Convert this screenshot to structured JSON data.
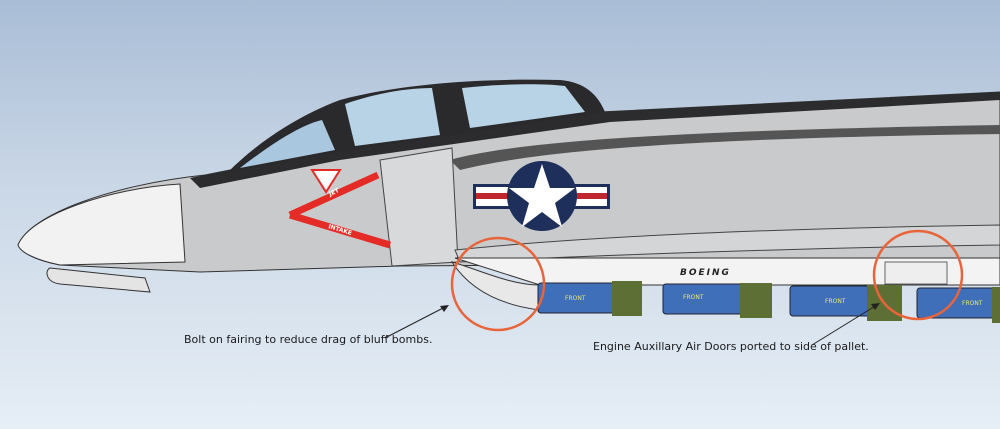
{
  "annotations": [
    {
      "text": "Bolt on fairing to reduce drag of bluff bombs."
    },
    {
      "text": "Engine Auxillary Air Doors ported to side of pallet."
    }
  ],
  "markings": {
    "pallet_logo": "BOEING",
    "bomb_stencil": "FRONT",
    "intake_stencil_upper": "JET",
    "intake_stencil_lower": "INTAKE"
  },
  "colors": {
    "highlight_circle": "#e8643a",
    "bomb_body": "#3f6fb8",
    "bomb_band": "#5d6f34",
    "fuselage": "#c9cacc",
    "roundel_blue": "#1e2f5c",
    "roundel_red": "#c0262d"
  }
}
